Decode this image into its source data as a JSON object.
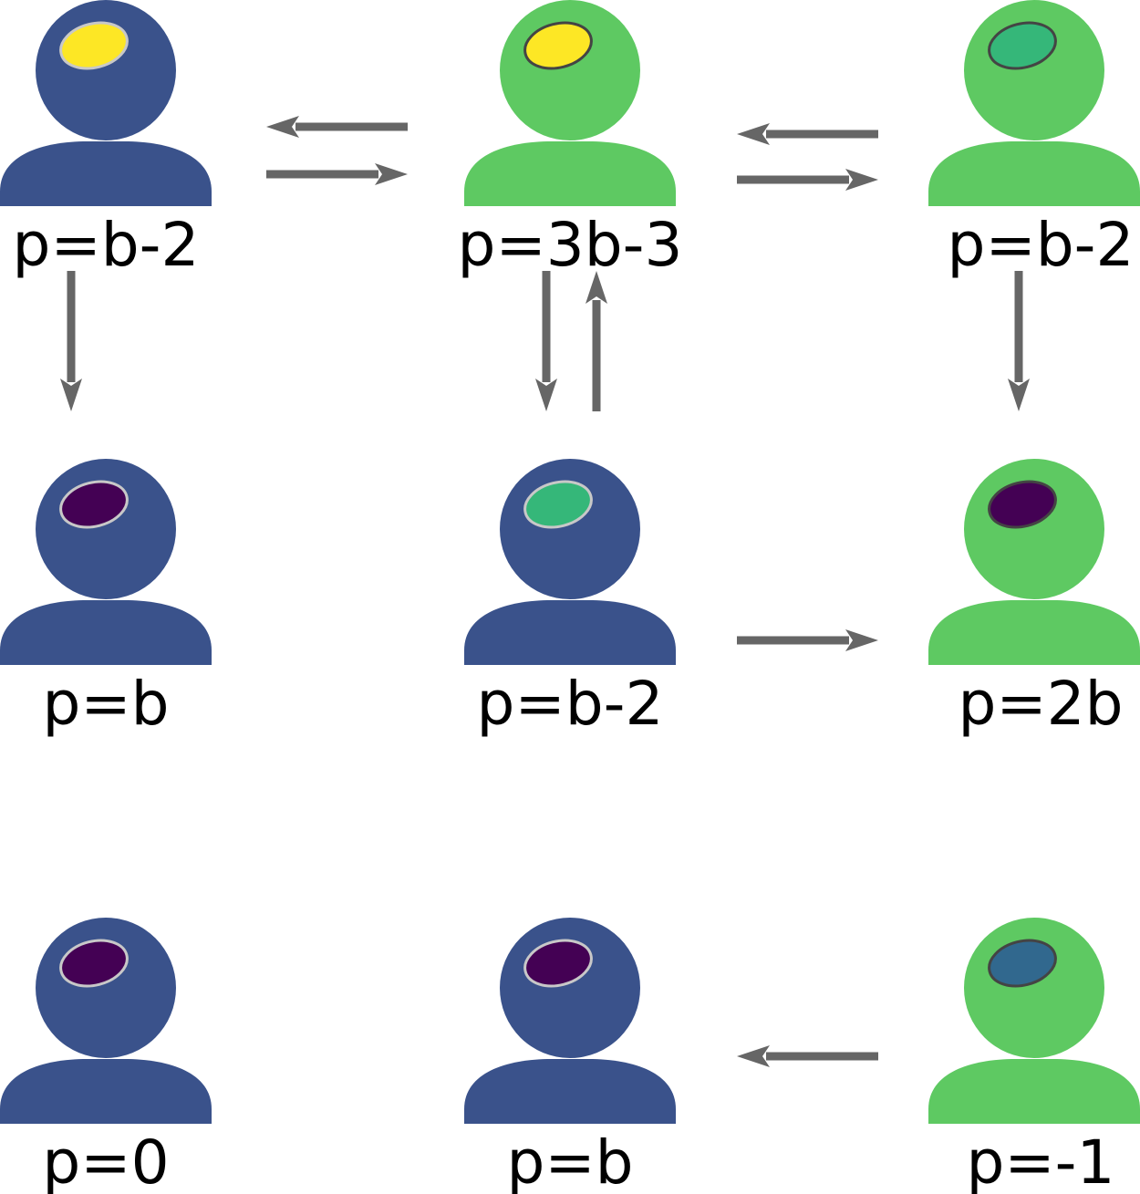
{
  "colors": {
    "blue_body": "#3a528b",
    "green_body": "#5ec962",
    "arrow": "#666666",
    "yellow": "#fde725",
    "teal": "#35b779",
    "purple": "#440154",
    "steel": "#31688e",
    "outline_light": "#c8c8c8",
    "outline_dark": "#444444"
  },
  "nodes": [
    {
      "id": "r1c1",
      "label": "p=b-2",
      "body": "blue",
      "spot": "yellow"
    },
    {
      "id": "r1c2",
      "label": "p=3b-3",
      "body": "green",
      "spot": "yellow"
    },
    {
      "id": "r1c3",
      "label": "p=b-2",
      "body": "green",
      "spot": "teal"
    },
    {
      "id": "r2c1",
      "label": "p=b",
      "body": "blue",
      "spot": "purple"
    },
    {
      "id": "r2c2",
      "label": "p=b-2",
      "body": "blue",
      "spot": "teal"
    },
    {
      "id": "r2c3",
      "label": "p=2b",
      "body": "green",
      "spot": "purple"
    },
    {
      "id": "r3c1",
      "label": "p=0",
      "body": "blue",
      "spot": "purple"
    },
    {
      "id": "r3c2",
      "label": "p=b",
      "body": "blue",
      "spot": "purple"
    },
    {
      "id": "r3c3",
      "label": "p=-1",
      "body": "green",
      "spot": "steel"
    }
  ],
  "edges": [
    {
      "from": "r1c2",
      "to": "r1c1"
    },
    {
      "from": "r1c1",
      "to": "r1c2"
    },
    {
      "from": "r1c3",
      "to": "r1c2"
    },
    {
      "from": "r1c2",
      "to": "r1c3"
    },
    {
      "from": "r1c1",
      "to": "r2c1"
    },
    {
      "from": "r1c2",
      "to": "r2c2"
    },
    {
      "from": "r2c2",
      "to": "r1c2"
    },
    {
      "from": "r1c3",
      "to": "r2c3"
    },
    {
      "from": "r2c2",
      "to": "r2c3"
    },
    {
      "from": "r3c3",
      "to": "r3c2"
    }
  ]
}
